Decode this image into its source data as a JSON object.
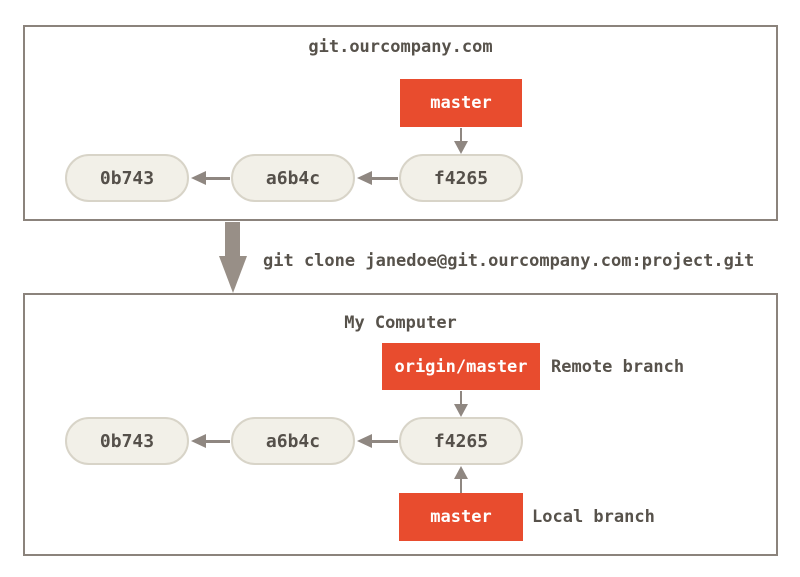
{
  "colors": {
    "background": "#ffffff",
    "box_border": "#8b837c",
    "node_fill": "#f2f0e8",
    "node_border": "#d8d4c8",
    "branch_fill": "#e84c2e",
    "branch_text": "#ffffff",
    "text": "#57524b",
    "arrow": "#8f8781",
    "big_arrow": "#988f87"
  },
  "server_box": {
    "title": "git.ourcompany.com",
    "branch_label": "master",
    "commits": [
      "0b743",
      "a6b4c",
      "f4265"
    ]
  },
  "clone_arrow": {
    "command": "git clone janedoe@git.ourcompany.com:project.git"
  },
  "computer_box": {
    "title": "My Computer",
    "remote_branch_label": "origin/master",
    "remote_branch_annotation": "Remote branch",
    "local_branch_label": "master",
    "local_branch_annotation": "Local branch",
    "commits": [
      "0b743",
      "a6b4c",
      "f4265"
    ]
  }
}
